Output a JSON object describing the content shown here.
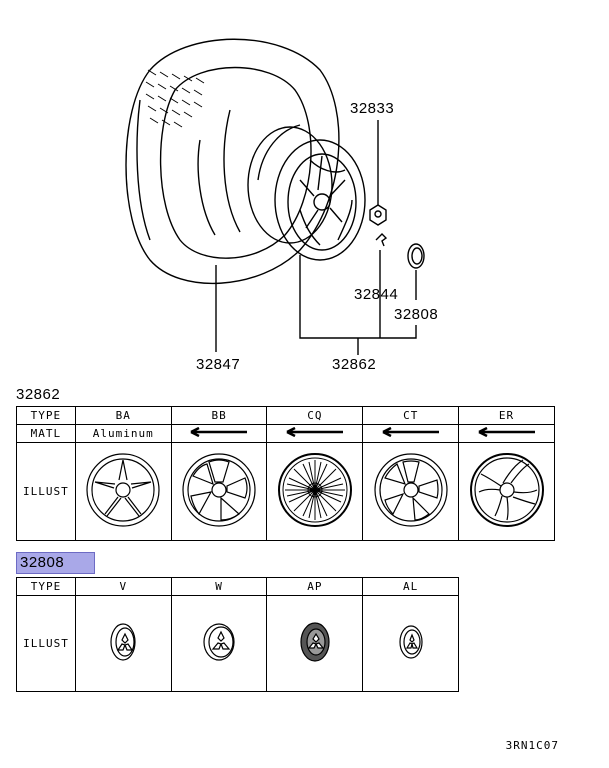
{
  "callouts": {
    "c32833": "32833",
    "c32844": "32844",
    "c32808": "32808",
    "c32847": "32847",
    "c32862": "32862"
  },
  "table1": {
    "part": "32862",
    "row_labels": [
      "TYPE",
      "MATL",
      "ILLUST"
    ],
    "types": [
      "BA",
      "BB",
      "CQ",
      "CT",
      "ER"
    ],
    "matl": "Aluminum"
  },
  "table2": {
    "part": "32808",
    "row_labels": [
      "TYPE",
      "ILLUST"
    ],
    "types": [
      "V",
      "W",
      "AP",
      "AL"
    ]
  },
  "footer_code": "3RN1C07",
  "colors": {
    "highlight": "#a9a8e8"
  }
}
